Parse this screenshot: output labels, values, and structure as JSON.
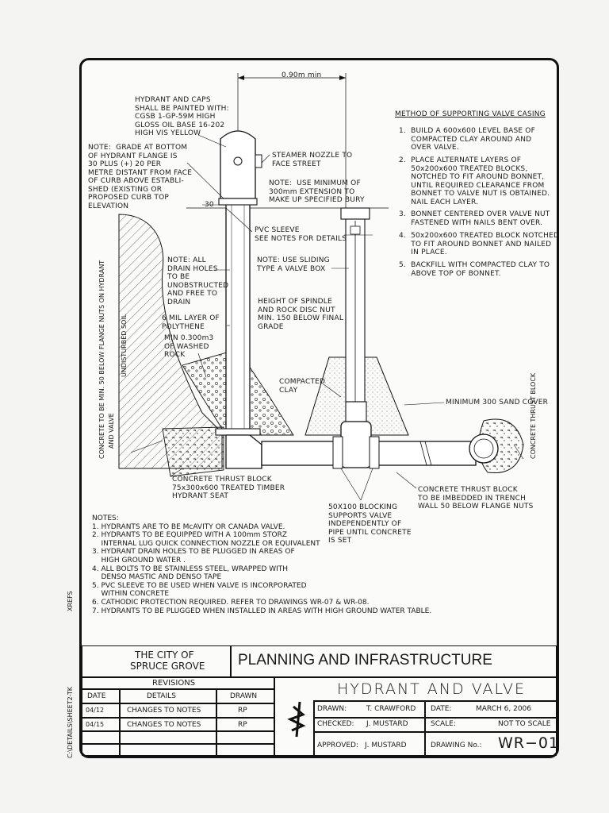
{
  "side_labels": {
    "xrefs": "XREFS",
    "path": "C:\\DETAILS\\SHEET2-TK"
  },
  "dimension": "0.90m min",
  "dim_30": "30",
  "callouts": {
    "paint": "HYDRANT AND CAPS\nSHALL BE PAINTED WITH:\nCGSB 1-GP-59M HIGH\nGLOSS OIL BASE 16-202\nHIGH VIS YELLOW",
    "grade": "NOTE:  GRADE AT BOTTOM\nOF HYDRANT FLANGE IS\n30 PLUS (+) 20 PER\nMETRE DISTANT FROM FACE\nOF CURB ABOVE ESTABLI-\nSHED (EXISTING OR\nPROPOSED CURB TOP\nELEVATION",
    "steamer": "STEAMER NOZZLE TO\nFACE STREET",
    "extension": "NOTE:  USE MINIMUM OF\n300mm EXTENSION TO\nMAKE UP SPECIFIED BURY",
    "pvc": "PVC SLEEVE\nSEE NOTES FOR DETAILS",
    "drain": "NOTE: ALL\nDRAIN HOLES\nTO BE\nUNOBSTRUCTED\nAND FREE TO\nDRAIN",
    "valvebox": "NOTE: USE SLIDING\nTYPE A VALVE BOX",
    "polythene": "6 MIL LAYER OF\nPOLYTHENE",
    "spindle": "HEIGHT OF SPINDLE\nAND ROCK DISC NUT\nMIN. 150 BELOW FINAL\nGRADE",
    "rock": "MIN 0.300m3\nOF WASHED\nROCK",
    "clay": "COMPACTED\nCLAY",
    "sand": "MINIMUM 300 SAND COVER",
    "thrust_seat": "CONCRETE THRUST BLOCK\n75x300x600 TREATED TIMBER\nHYDRANT SEAT",
    "thrust_trench": "CONCRETE THRUST BLOCK\nTO BE IMBEDDED IN TRENCH\nWALL 50 BELOW FLANGE NUTS",
    "blocking": "50X100 BLOCKING\nSUPPORTS VALVE\nINDEPENDENTLY OF\nPIPE UNTIL CONCRETE\nIS SET",
    "concrete_left": "CONCRETE TO BE MIN. 50 BELOW FLANGE NUTS ON HYDRANT",
    "and_valve": "AND VALVE",
    "undisturbed": "UNDISTURBED SOIL",
    "thrust_right": "CONCRETE THRUST BLOCK"
  },
  "method": {
    "title": "METHOD OF SUPPORTING VALVE CASING",
    "items": [
      "1.  BUILD A 600x600 LEVEL BASE OF\n     COMPACTED CLAY AROUND AND\n     OVER VALVE.",
      "2.  PLACE ALTERNATE LAYERS OF\n     50x200x600 TREATED BLOCKS,\n     NOTCHED TO FIT AROUND BONNET,\n     UNTIL REQUIRED CLEARANCE FROM\n     BONNET TO VALVE NUT IS OBTAINED.\n     NAIL EACH LAYER.",
      "3.  BONNET CENTERED OVER VALVE NUT\n     FASTENED WITH NAILS BENT OVER.",
      "4.  50x200x600 TREATED BLOCK NOTCHED\n     TO FIT AROUND BONNET AND NAILED\n     IN PLACE.",
      "5.  BACKFILL WITH COMPACTED CLAY TO\n     ABOVE TOP OF BONNET."
    ]
  },
  "notes": {
    "heading": "NOTES:",
    "lines": [
      "1. HYDRANTS ARE TO BE McAVITY OR CANADA VALVE.",
      "2. HYDRANTS TO BE EQUIPPED WITH A 100mm STORZ",
      "    INTERNAL LUG QUICK CONNECTION NOZZLE OR EQUIVALENT",
      "3. HYDRANT DRAIN HOLES TO BE PLUGGED IN AREAS OF",
      "    HIGH GROUND WATER .",
      "4. ALL BOLTS TO BE STAINLESS STEEL, WRAPPED WITH",
      "    DENSO MASTIC AND DENSO TAPE",
      "5. PVC SLEEVE TO BE USED WHEN VALVE IS INCORPORATED",
      "    WITHIN CONCRETE",
      "6. CATHODIC PROTECTION REQUIRED. REFER TO DRAWINGS WR-07 & WR-08.",
      "7. HYDRANTS TO BE PLUGGED WHEN INSTALLED IN AREAS WITH HIGH GROUND WATER TABLE."
    ]
  },
  "title_block": {
    "city_line1": "THE CITY OF",
    "city_line2": "SPRUCE GROVE",
    "department": "PLANNING AND INFRASTRUCTURE",
    "drawing_title": "HYDRANT AND VALVE",
    "revisions_label": "REVISIONS",
    "rev_headers": [
      "DATE",
      "DETAILS",
      "DRAWN"
    ],
    "revisions": [
      {
        "date": "04/12",
        "details": "CHANGES TO NOTES",
        "drawn": "RP"
      },
      {
        "date": "04/15",
        "details": "CHANGES TO NOTES",
        "drawn": "RP"
      }
    ],
    "drawn_label": "DRAWN:",
    "drawn_value": "T. CRAWFORD",
    "checked_label": "CHECKED:",
    "checked_value": "J. MUSTARD",
    "approved_label": "APPROVED:",
    "approved_value": "J. MUSTARD",
    "date_label": "DATE:",
    "date_value": "MARCH 6, 2006",
    "scale_label": "SCALE:",
    "scale_value": "NOT TO SCALE",
    "drawing_no_label": "DRAWING No.:",
    "drawing_no_value": "WR−01"
  }
}
